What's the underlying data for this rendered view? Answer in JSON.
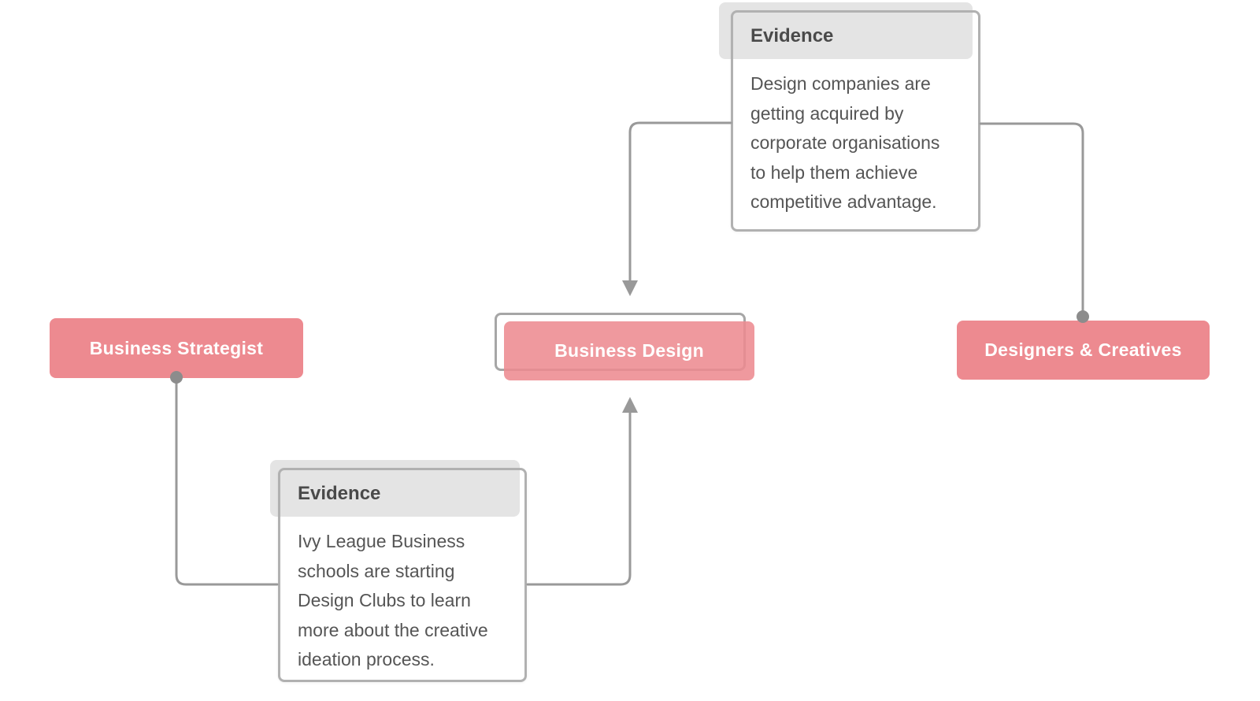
{
  "diagram": {
    "nodes": [
      {
        "id": "business-strategist",
        "label": "Business Strategist"
      },
      {
        "id": "business-design",
        "label": "Business Design",
        "selected": true
      },
      {
        "id": "designers-creatives",
        "label": "Designers & Creatives"
      }
    ],
    "evidence_cards": [
      {
        "id": "evidence-acquisitions",
        "title": "Evidence",
        "body_lines": [
          "Design companies are",
          "getting acquired by",
          "corporate organisations",
          "to help them achieve",
          "competitive advantage."
        ]
      },
      {
        "id": "evidence-ivy-league",
        "title": "Evidence",
        "body_lines": [
          "Ivy League Business",
          "schools are starting",
          "Design Clubs to learn",
          "more about the creative",
          "ideation process."
        ]
      }
    ],
    "edges": [
      {
        "from": "evidence-acquisitions",
        "to": "business-design",
        "end_style": "arrow"
      },
      {
        "from": "evidence-acquisitions",
        "to": "designers-creatives",
        "end_style": "dot"
      },
      {
        "from": "business-strategist",
        "to": "evidence-ivy-league",
        "start_style": "dot"
      },
      {
        "from": "evidence-ivy-league",
        "to": "business-design",
        "end_style": "arrow"
      }
    ],
    "colors": {
      "node_pink": "#ed8a90",
      "connector_gray": "#999999",
      "dot_gray": "#8c8c8c",
      "card_border": "#b1b1b1",
      "header_bg": "#e4e4e4",
      "title_text": "#4a4a4a",
      "body_text": "#555555"
    }
  }
}
